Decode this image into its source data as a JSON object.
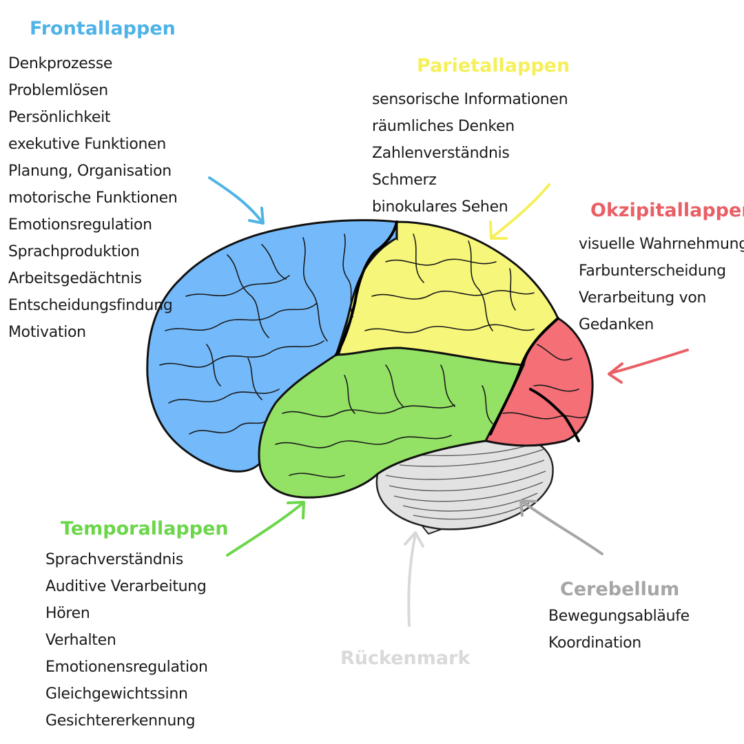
{
  "colors": {
    "frontal": "#4fb3e8",
    "frontal_fill": "#74bafb",
    "parietal": "#f5f05a",
    "parietal_fill": "#f6f77a",
    "occipital": "#e95f66",
    "occipital_fill": "#f56f77",
    "temporal": "#6bd64a",
    "temporal_fill": "#93e265",
    "cerebellum": "#a6a6a6",
    "cerebellum_fill": "#e2e2e2",
    "spine": "#d9d9d9"
  },
  "regions": {
    "frontal": {
      "title": "Frontallappen",
      "items": [
        "Denkprozesse",
        "Problemlösen",
        "Persönlichkeit",
        "exekutive Funktionen",
        "Planung, Organisation",
        "motorische Funktionen",
        "Emotionsregulation",
        "Sprachproduktion",
        "Arbeitsgedächtnis",
        "Entscheidungsfindung",
        "Motivation"
      ]
    },
    "parietal": {
      "title": "Parietallappen",
      "items": [
        "sensorische Informationen",
        "räumliches Denken",
        "Zahlenverständnis",
        "Schmerz",
        "binokulares Sehen"
      ]
    },
    "occipital": {
      "title": "Okzipitallappen",
      "items": [
        "visuelle Wahrnehmung",
        "Farbunterscheidung",
        "Verarbeitung von",
        "Gedanken"
      ]
    },
    "temporal": {
      "title": "Temporallappen",
      "items": [
        "Sprachverständnis",
        "Auditive Verarbeitung",
        "Hören",
        "Verhalten",
        "Emotionensregulation",
        "Gleichgewichtssinn",
        "Gesichtererkennung"
      ]
    },
    "cerebellum": {
      "title": "Cerebellum",
      "items": [
        "Bewegungsabläufe",
        "Koordination"
      ]
    },
    "spine": {
      "title": "Rückenmark"
    }
  }
}
